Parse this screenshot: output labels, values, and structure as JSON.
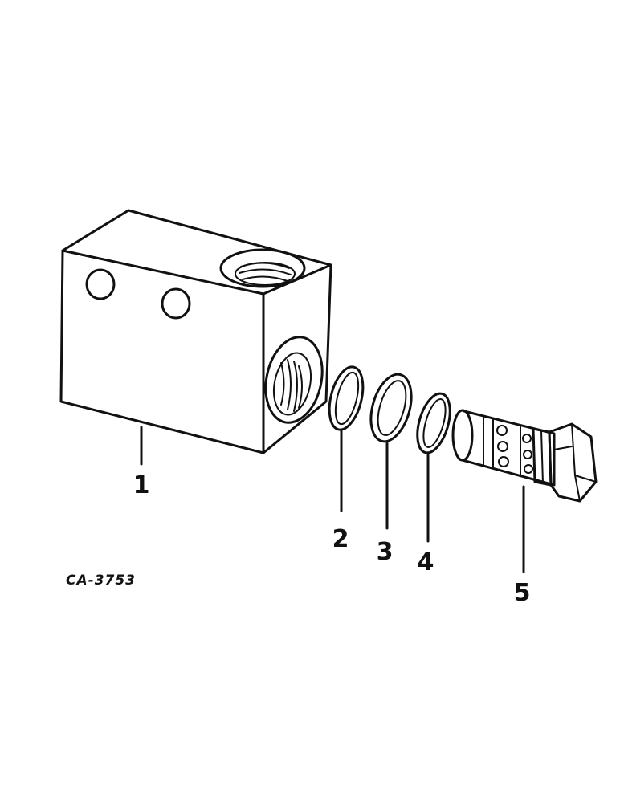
{
  "callouts": [
    {
      "id": 1,
      "label": "1"
    },
    {
      "id": 2,
      "label": "2"
    },
    {
      "id": 3,
      "label": "3"
    },
    {
      "id": 4,
      "label": "4"
    },
    {
      "id": 5,
      "label": "5"
    }
  ],
  "reference_code": "CA-3753"
}
